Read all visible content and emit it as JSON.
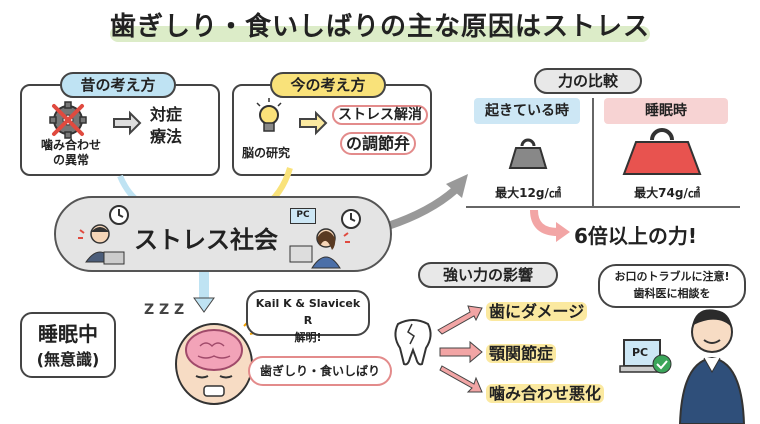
{
  "title": "歯ぎしり・食いしばりの主な原因はストレス",
  "old_view": {
    "label": "昔の考え方",
    "cause": "噛み合わせ\nの異常",
    "treatment": "対症\n療法"
  },
  "new_view": {
    "label": "今の考え方",
    "cause": "脳の研究",
    "treatment_line1": "ストレス解消",
    "treatment_line2": "の調節弁"
  },
  "society": {
    "label": "ストレス社会",
    "pc_label": "PC"
  },
  "sleep": {
    "label_line1": "睡眠中",
    "label_line2": "(無意識)",
    "zzz": "Z Z Z",
    "research_bubble": "Kail K & Slavicek R\n解明!",
    "habit_bubble": "歯ぎしり・食いしばり"
  },
  "comparison": {
    "label": "力の比較",
    "awake_label": "起きている時",
    "sleep_label": "睡眠時",
    "awake_value": "最大12g/㎠",
    "sleep_value": "最大74g/㎠",
    "ratio": "6倍以上の力!"
  },
  "effects": {
    "label": "強い力の影響",
    "items": [
      "歯にダメージ",
      "顎関節症",
      "噛み合わせ悪化"
    ]
  },
  "doctor": {
    "bubble": "お口のトラブルに注意!\n歯科医に相談を",
    "pc_label": "PC"
  },
  "colors": {
    "blue": "#bfe3f3",
    "yellow": "#f9e27a",
    "pink": "#f7d3d3",
    "red": "#e8534f",
    "gray": "#e4e4e4"
  }
}
